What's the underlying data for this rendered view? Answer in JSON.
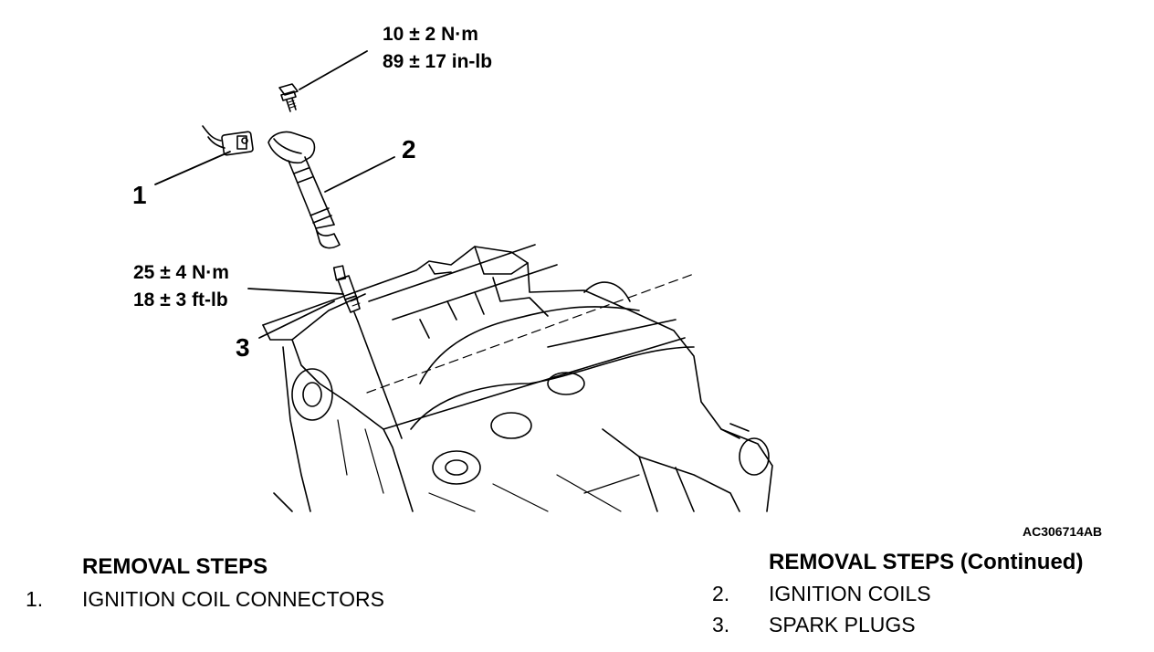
{
  "figure": {
    "id": "AC306714AB",
    "callouts": [
      "1",
      "2",
      "3"
    ],
    "torque_coil_bolt": [
      "10 ± 2 N·m",
      "89 ± 17 in-lb"
    ],
    "torque_spark_plug": [
      "25 ± 4 N·m",
      "18 ± 3 ft-lb"
    ],
    "colors": {
      "ink": "#000000",
      "paper": "#ffffff"
    }
  },
  "steps_left": {
    "title": "REMOVAL STEPS",
    "items": [
      {
        "num": "1.",
        "label": "IGNITION COIL CONNECTORS"
      }
    ]
  },
  "steps_right": {
    "title": "REMOVAL STEPS (Continued)",
    "items": [
      {
        "num": "2.",
        "label": "IGNITION COILS"
      },
      {
        "num": "3.",
        "label": "SPARK PLUGS"
      }
    ]
  }
}
